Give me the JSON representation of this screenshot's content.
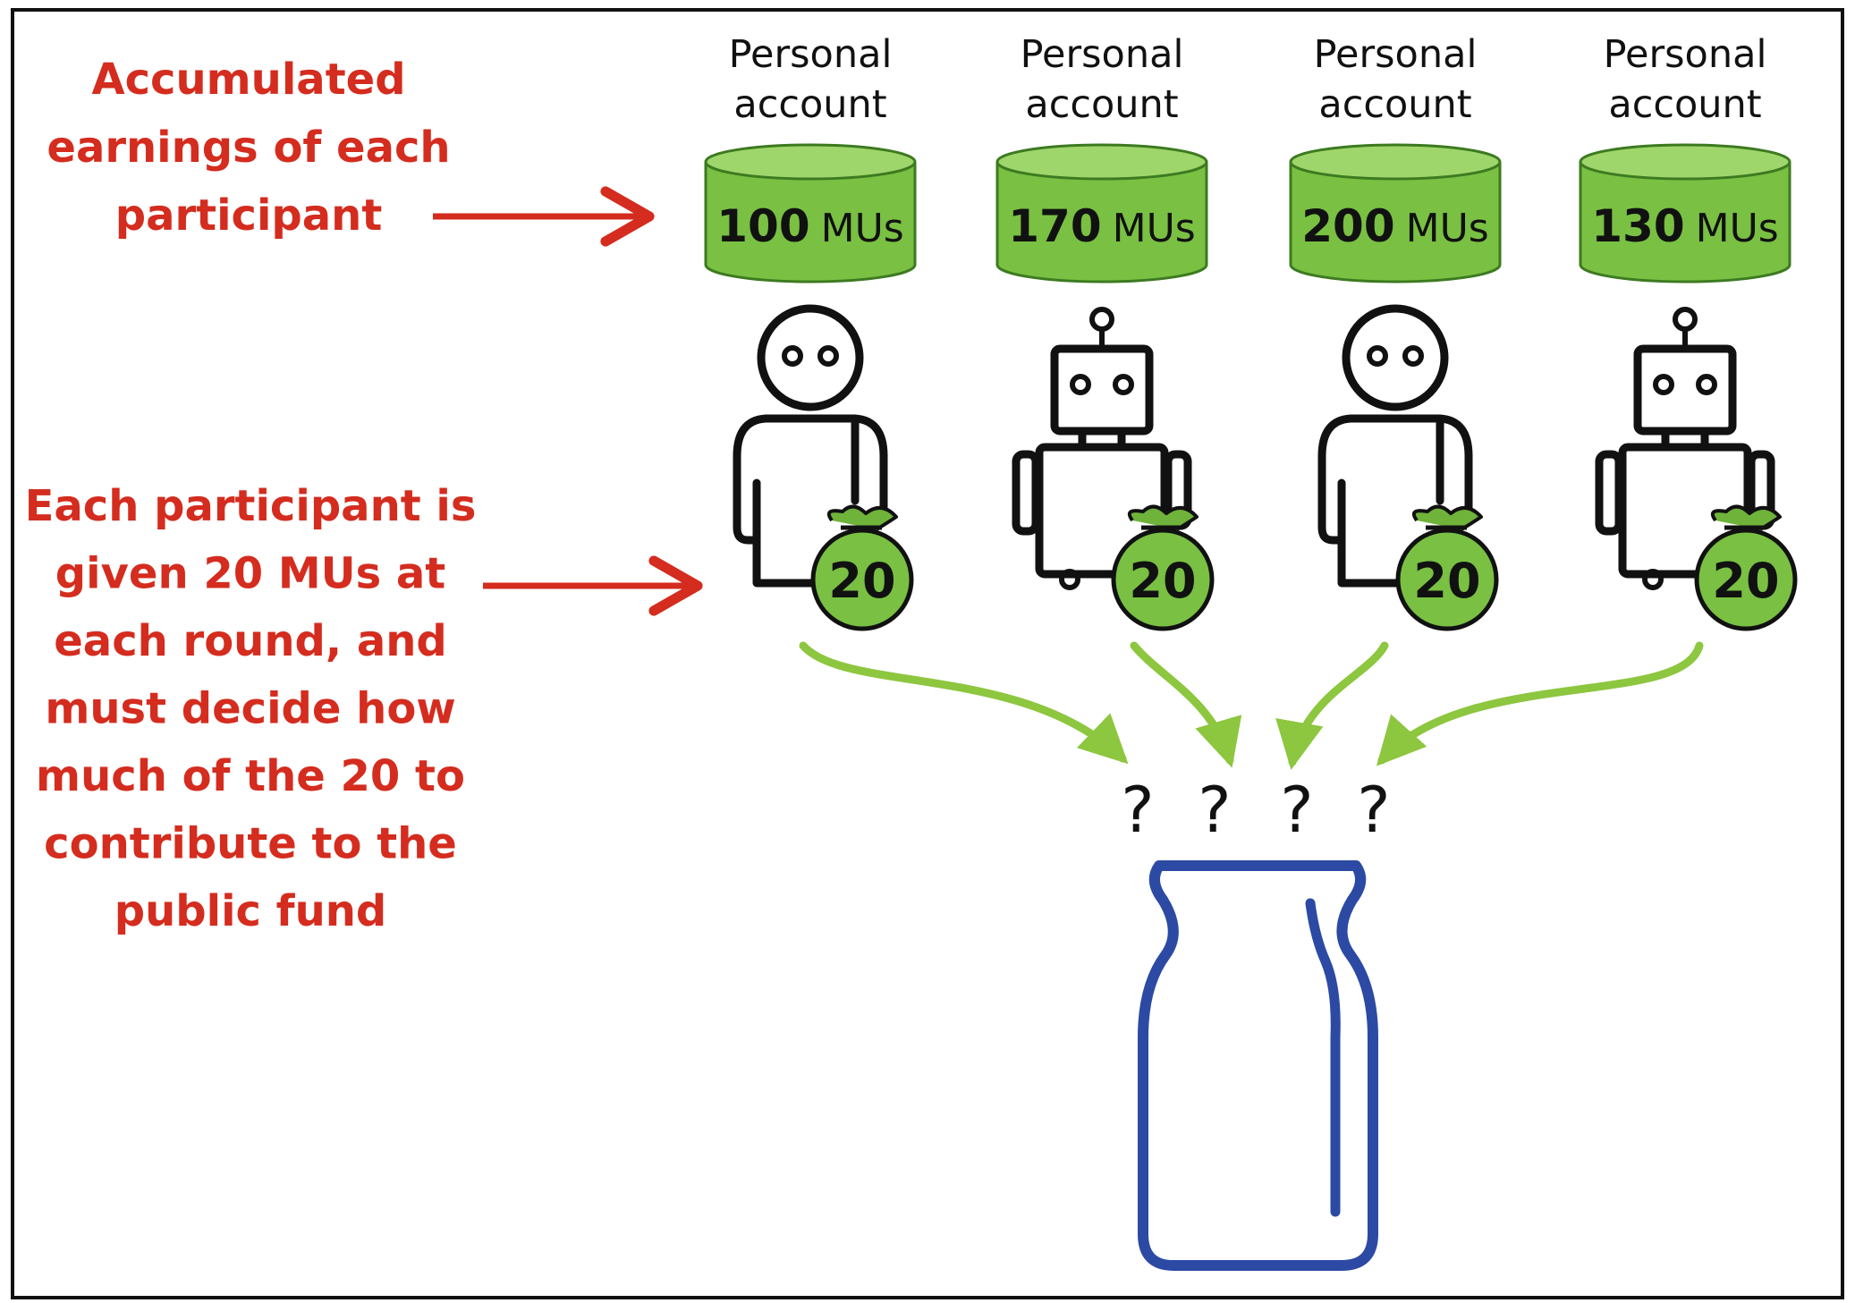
{
  "colors": {
    "label_red": "#d42c1e",
    "account_green": "#79c043",
    "flow_arrow_green": "#8dc63f",
    "jar_blue": "#2c4aa3",
    "outline": "#111111"
  },
  "left_labels": {
    "earnings": [
      "Accumulated",
      "earnings of each",
      "participant"
    ],
    "contribution": [
      "Each participant is",
      "given 20 MUs at",
      "each round, and",
      "must decide how",
      "much of the 20 to",
      "contribute to the",
      "public fund"
    ]
  },
  "participants": [
    {
      "account_label": [
        "Personal",
        "account"
      ],
      "amount": "100",
      "unit": "MUs",
      "kind": "human",
      "kind_icon": "human-figure-icon",
      "bag_value": "20"
    },
    {
      "account_label": [
        "Personal",
        "account"
      ],
      "amount": "170",
      "unit": "MUs",
      "kind": "robot",
      "kind_icon": "robot-figure-icon",
      "bag_value": "20"
    },
    {
      "account_label": [
        "Personal",
        "account"
      ],
      "amount": "200",
      "unit": "MUs",
      "kind": "human",
      "kind_icon": "human-figure-icon",
      "bag_value": "20"
    },
    {
      "account_label": [
        "Personal",
        "account"
      ],
      "amount": "130",
      "unit": "MUs",
      "kind": "robot",
      "kind_icon": "robot-figure-icon",
      "bag_value": "20"
    }
  ],
  "contribution_marks": [
    "?",
    "?",
    "?",
    "?"
  ],
  "icons": {
    "account": "cylinder-account-icon",
    "bag": "money-bag-icon",
    "jar": "public-fund-jar-icon",
    "pointer": "red-arrow-icon",
    "flow": "green-curved-arrow-icon"
  }
}
